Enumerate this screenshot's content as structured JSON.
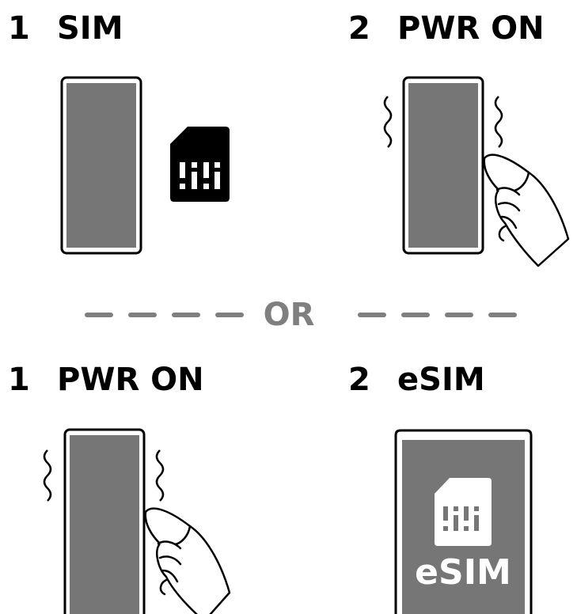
{
  "section_top": {
    "step1": {
      "number": "1",
      "label": "SIM"
    },
    "step2": {
      "number": "2",
      "label": "PWR ON"
    }
  },
  "separator": {
    "label": "OR"
  },
  "section_bottom": {
    "step1": {
      "number": "1",
      "label": "PWR ON"
    },
    "step2": {
      "number": "2",
      "label": "eSIM"
    }
  },
  "esim_screen": {
    "label": "eSIM"
  },
  "colors": {
    "outline": "#000000",
    "screen": "#767676",
    "separator": "#7f7f7f",
    "sim_card": "#000000",
    "esim_icon": "#ffffff"
  }
}
